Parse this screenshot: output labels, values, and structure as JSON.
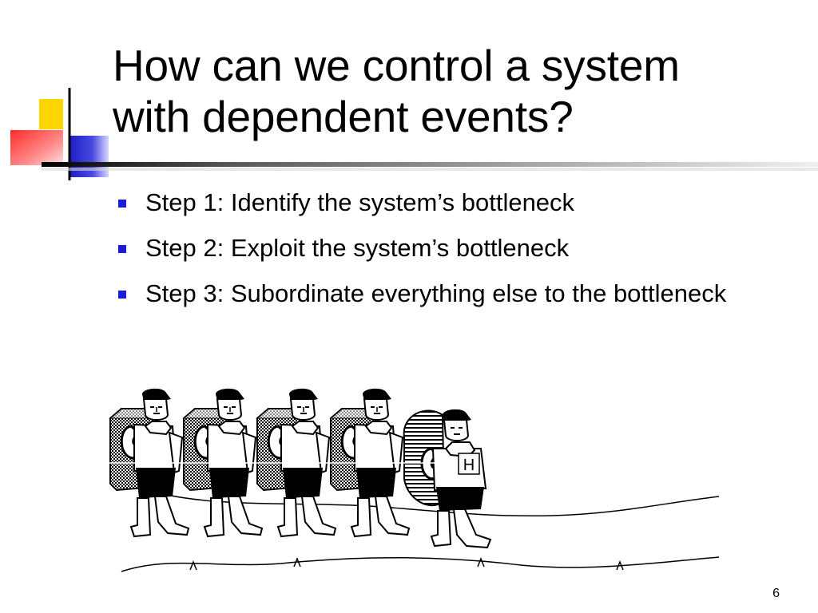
{
  "title": {
    "line1": "How can we control a system",
    "line2": "with dependent events?"
  },
  "bullets": [
    {
      "text": "Step 1:  Identify the system’s bottleneck"
    },
    {
      "text": "Step 2:  Exploit the system’s bottleneck"
    },
    {
      "text": "Step 3:  Subordinate everything else to the bottleneck"
    }
  ],
  "slide_number": "6",
  "bottleneck_badge": "H",
  "colors": {
    "deco_yellow": "#ffd500",
    "deco_red": "#ff3030",
    "deco_blue": "#2222cc",
    "bullet_blue": "#1a1adb"
  }
}
